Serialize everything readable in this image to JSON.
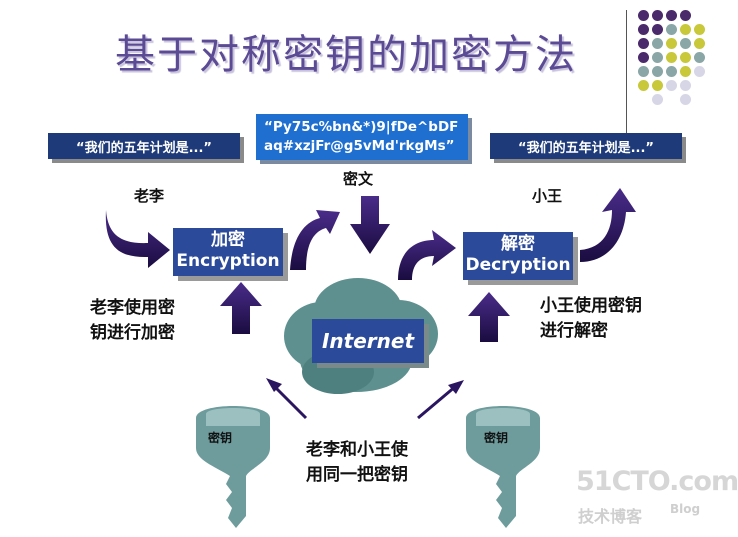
{
  "title": "基于对称密钥的加密方法",
  "plaintext_left": "“我们的五年计划是...”",
  "plaintext_right": "“我们的五年计划是...”",
  "ciphertext_line1": "“Py75c%bn&*)9|fDe^bDF",
  "ciphertext_line2": "aq#xzjFr@g5vMd'rkgMs”",
  "ciphertext_label": "密文",
  "sender_name": "老李",
  "receiver_name": "小王",
  "encrypt_box": {
    "zh": "加密",
    "en": "Encryption"
  },
  "decrypt_box": {
    "zh": "解密",
    "en": "Decryption"
  },
  "sender_note_line1": "老李使用密",
  "sender_note_line2": "钥进行加密",
  "receiver_note_line1": "小王使用密钥",
  "receiver_note_line2": "进行解密",
  "internet_label": "Internet",
  "shared_key_line1": "老李和小王使",
  "shared_key_line2": "用同一把密钥",
  "key_left_label": "密钥",
  "key_right_label": "密钥",
  "watermark_site": "51CTO.com",
  "watermark_sub": "技术博客",
  "watermark_blog": "Blog",
  "colors": {
    "title": "#5b4a94",
    "box": "#2c4a9a",
    "cipher": "#1f6fd0",
    "arrow": "#2a1660",
    "cloud": "#5e9090",
    "key": "#6e9c9c"
  }
}
